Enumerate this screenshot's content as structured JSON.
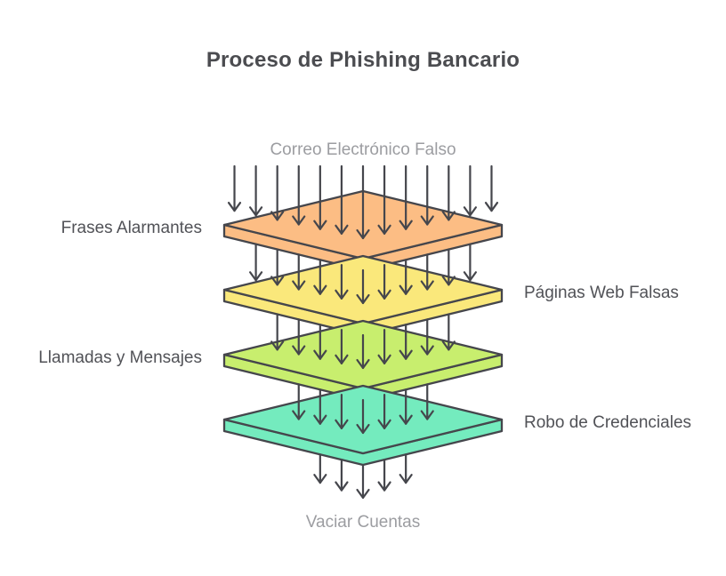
{
  "title": {
    "text": "Proceso de Phishing Bancario",
    "color": "#4b4c50"
  },
  "diagram": {
    "source_label": {
      "text": "Correo Electrónico Falso",
      "color": "#9c9da1"
    },
    "sink_label": {
      "text": "Vaciar Cuentas",
      "color": "#9c9da1"
    },
    "stroke_color": "#45464c",
    "label_color": "#515257",
    "layers": [
      {
        "label": "Frases Alarmantes",
        "side": "left",
        "fill": "#FCBD84"
      },
      {
        "label": "Páginas Web Falsas",
        "side": "right",
        "fill": "#FAE87B"
      },
      {
        "label": "Llamadas y Mensajes",
        "side": "left",
        "fill": "#C8EE6E"
      },
      {
        "label": "Robo de Credenciales",
        "side": "right",
        "fill": "#74EBBE"
      }
    ],
    "arrow_counts": [
      13,
      11,
      9,
      7,
      5
    ]
  }
}
